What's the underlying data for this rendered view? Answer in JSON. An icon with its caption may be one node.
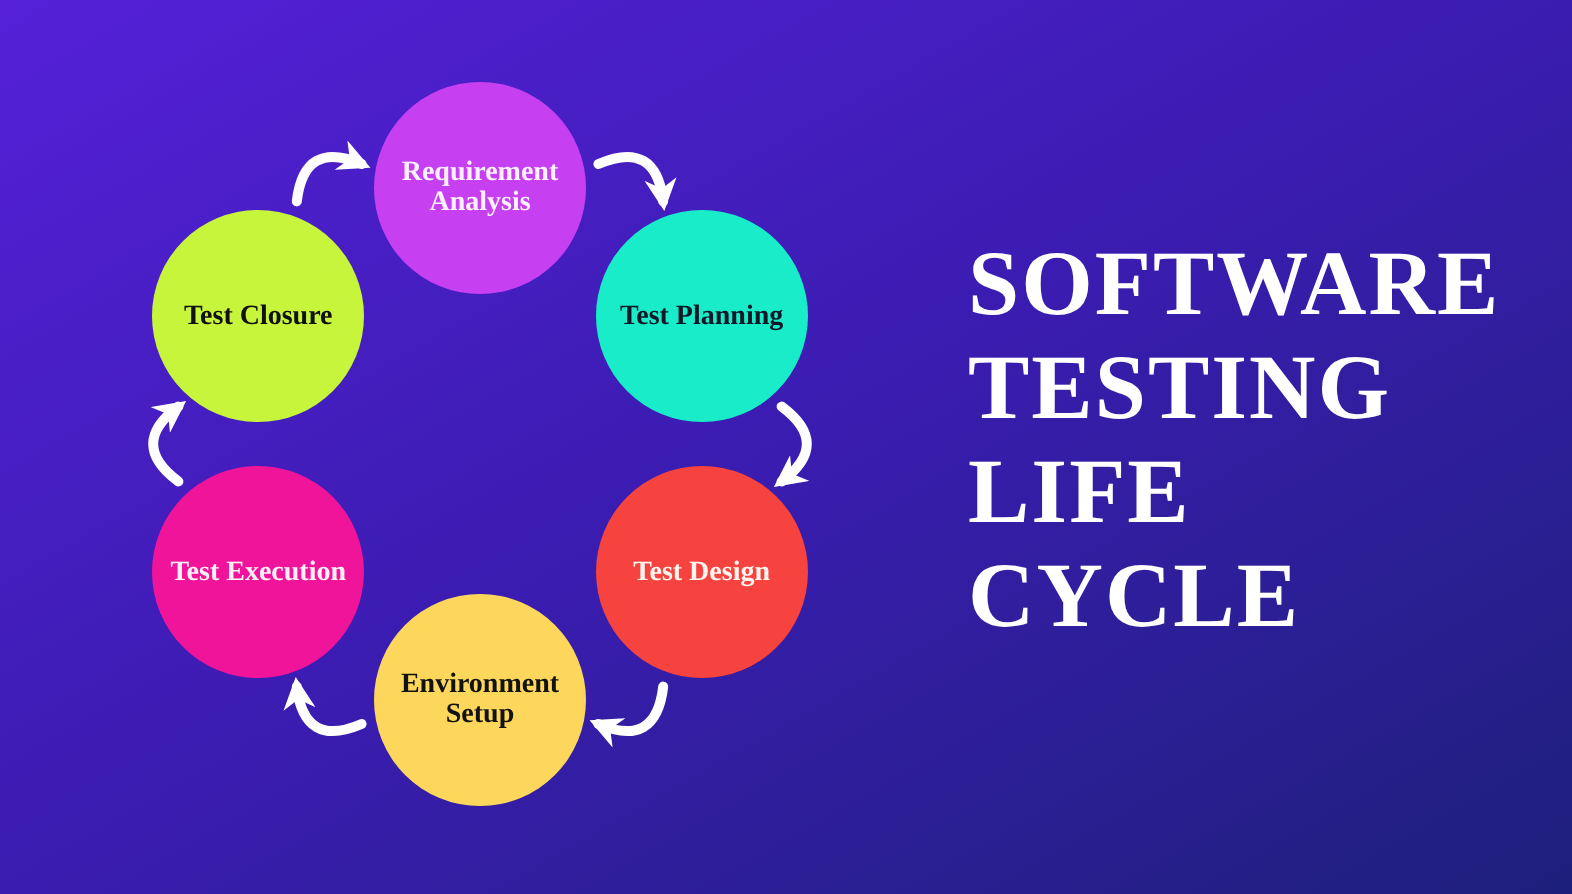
{
  "diagram": {
    "title": "SOFTWARE TESTING LIFE CYCLE",
    "nodes": [
      {
        "text": [
          "Requirement Analysis"
        ]
      },
      {
        "text": [
          "Test Planning"
        ]
      },
      {
        "text": [
          "Test Design"
        ]
      },
      {
        "text": [
          "Environment Setup"
        ]
      },
      {
        "text": [
          "Test Execution"
        ]
      },
      {
        "text": [
          "Test Closure"
        ]
      }
    ],
    "edges": [
      {
        "from": 0,
        "to": 1,
        "arrow": "to"
      },
      {
        "from": 1,
        "to": 2,
        "arrow": "to"
      },
      {
        "from": 2,
        "to": 3,
        "arrow": "to"
      },
      {
        "from": 3,
        "to": 4,
        "arrow": "to"
      },
      {
        "from": 4,
        "to": 5,
        "arrow": "to"
      },
      {
        "from": 5,
        "to": 0,
        "arrow": "to"
      }
    ]
  }
}
